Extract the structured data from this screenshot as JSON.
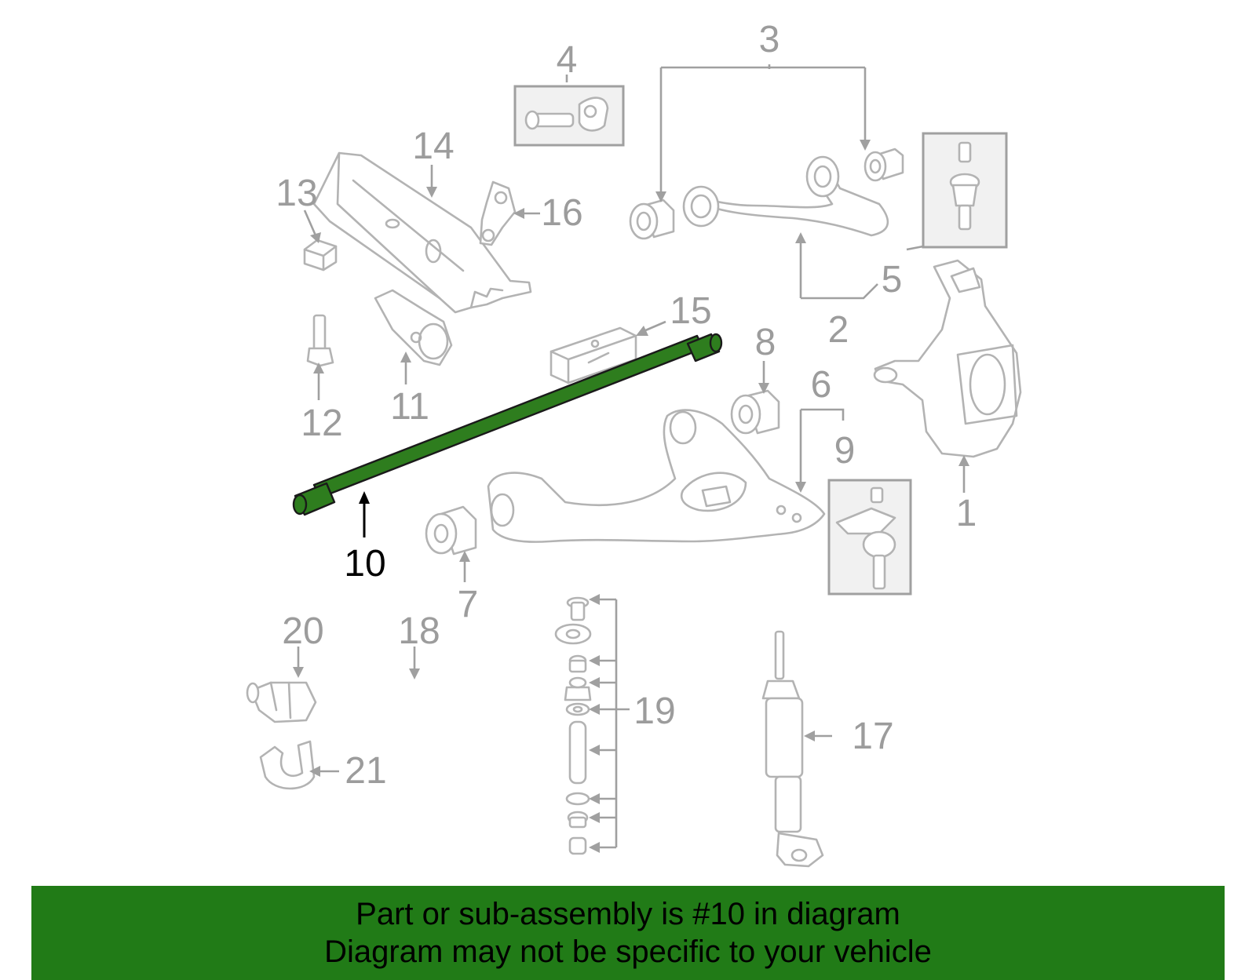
{
  "diagram": {
    "highlight_color": "#2e7d1e",
    "banner_color": "#217b17",
    "callouts": [
      {
        "id": "1",
        "label": "1"
      },
      {
        "id": "2",
        "label": "2"
      },
      {
        "id": "3",
        "label": "3"
      },
      {
        "id": "4",
        "label": "4"
      },
      {
        "id": "5",
        "label": "5"
      },
      {
        "id": "6",
        "label": "6"
      },
      {
        "id": "7",
        "label": "7"
      },
      {
        "id": "8",
        "label": "8"
      },
      {
        "id": "9",
        "label": "9"
      },
      {
        "id": "10",
        "label": "10"
      },
      {
        "id": "11",
        "label": "11"
      },
      {
        "id": "12",
        "label": "12"
      },
      {
        "id": "13",
        "label": "13"
      },
      {
        "id": "14",
        "label": "14"
      },
      {
        "id": "15",
        "label": "15"
      },
      {
        "id": "16",
        "label": "16"
      },
      {
        "id": "17",
        "label": "17"
      },
      {
        "id": "18",
        "label": "18"
      },
      {
        "id": "19",
        "label": "19"
      },
      {
        "id": "20",
        "label": "20"
      },
      {
        "id": "21",
        "label": "21"
      }
    ],
    "highlighted_part": "10"
  },
  "banner": {
    "line1": "Part or sub-assembly is #10 in diagram",
    "line2": "Diagram may not be specific to your vehicle"
  }
}
